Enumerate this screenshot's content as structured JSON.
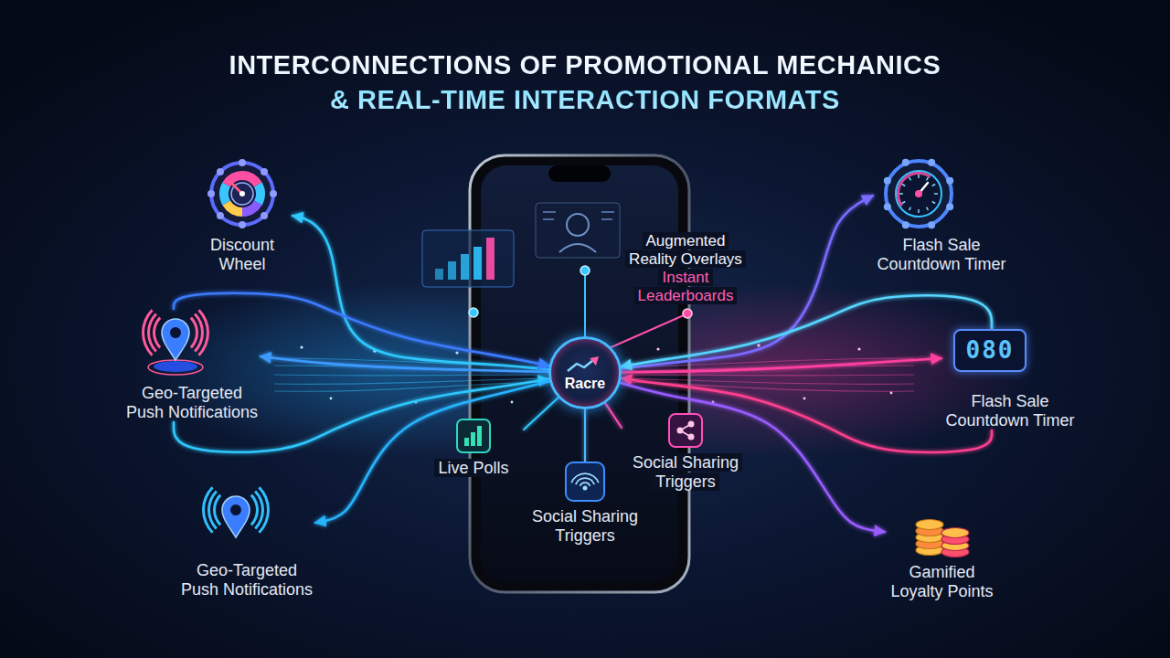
{
  "diagram": {
    "title": "INTERCONNECTIONS OF PROMOTIONAL MECHANICS & REAL-TIME INTERACTION FORMATS",
    "nodes": [
      {
        "text": [
          "Discount Wheel"
        ]
      },
      {
        "text": [
          "Flash Sale Countdown Timer"
        ]
      },
      {
        "text": [
          "Geo-Targeted Push Notifications"
        ]
      },
      {
        "text": [
          "Racre"
        ]
      },
      {
        "text": [
          "080",
          "Flash Sale Countdown Timer"
        ]
      },
      {
        "text": [
          "Live Polls"
        ]
      },
      {
        "text": [
          "Social Sharing Triggers"
        ]
      },
      {
        "text": [
          "Social Sharing Triggers"
        ]
      },
      {
        "text": [
          "Geo-Targeted Push Notifications"
        ]
      },
      {
        "text": [
          "Gamified Loyalty Points"
        ]
      }
    ],
    "edges": [
      {
        "from": 3,
        "to": 0,
        "arrow": "to"
      },
      {
        "from": 3,
        "to": 2,
        "arrow": "to"
      },
      {
        "from": 2,
        "to": 3,
        "arrow": "to"
      },
      {
        "from": 2,
        "to": 3,
        "arrow": "to"
      },
      {
        "from": 3,
        "to": 8,
        "arrow": "to"
      },
      {
        "from": 3,
        "to": 1,
        "arrow": "to"
      },
      {
        "from": 4,
        "to": 3,
        "arrow": "to"
      },
      {
        "from": 3,
        "to": 4,
        "arrow": "to"
      },
      {
        "from": 4,
        "to": 3,
        "arrow": "to"
      },
      {
        "from": 3,
        "to": 9,
        "arrow": "to"
      },
      {
        "from": 3,
        "to": 5,
        "arrow": "none"
      },
      {
        "from": 3,
        "to": 7,
        "arrow": "none"
      },
      {
        "from": 3,
        "to": 6,
        "arrow": "none"
      }
    ],
    "labels": [
      "Augmented Reality Overlays",
      "Instant Leaderboards"
    ]
  }
}
